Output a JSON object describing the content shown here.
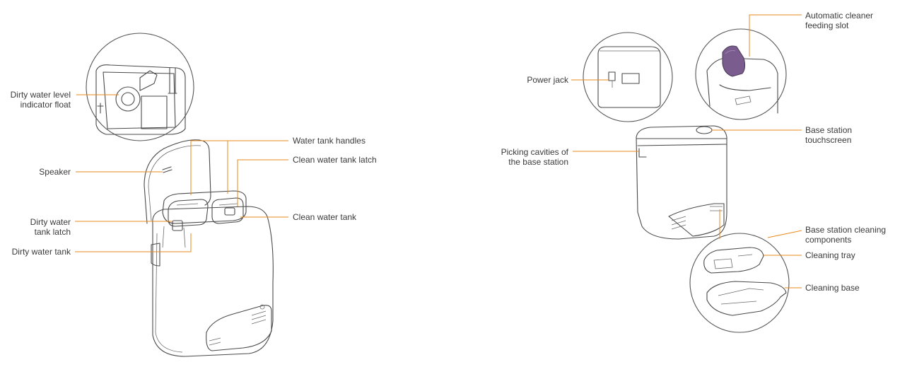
{
  "accent_color": "#e98a1d",
  "line_color": "#4a4a4a",
  "feeding_slot_color": "#7a5c8e",
  "left_diagram": {
    "labels": {
      "float": [
        "Dirty water level",
        "indicator float"
      ],
      "speaker": "Speaker",
      "dirty_latch": [
        "Dirty water",
        "tank latch"
      ],
      "dirty_tank": "Dirty water  tank",
      "handles": "Water tank handles",
      "clean_latch": "Clean water tank latch",
      "clean_tank": "Clean water tank"
    }
  },
  "right_diagram": {
    "labels": {
      "feeding_slot": [
        "Automatic cleaner",
        "feeding slot"
      ],
      "power_jack": "Power jack",
      "touchscreen": [
        "Base station",
        "touchscreen"
      ],
      "picking_cavities": [
        "Picking cavities of",
        "the base station"
      ],
      "cleaning_components": [
        "Base station cleaning",
        "components"
      ],
      "cleaning_tray": "Cleaning tray",
      "cleaning_base": "Cleaning base"
    }
  }
}
